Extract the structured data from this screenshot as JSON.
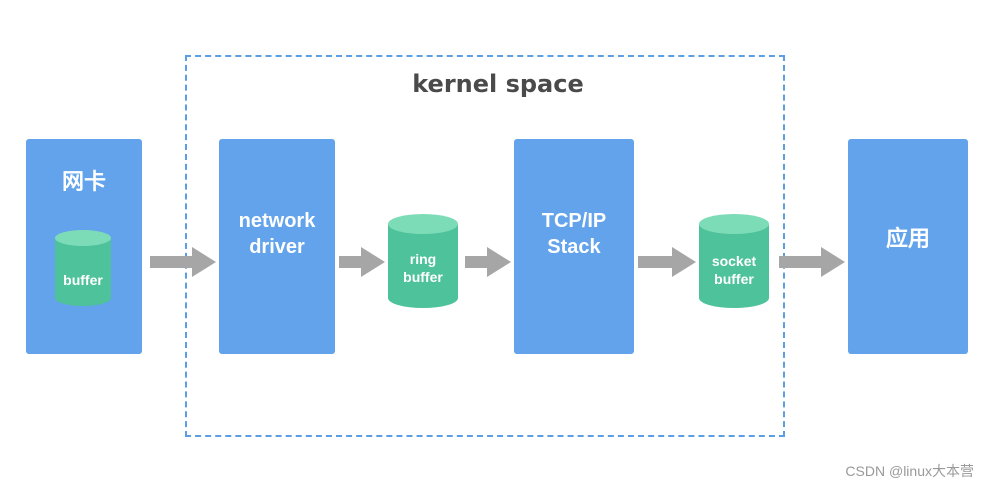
{
  "kernel_space": {
    "title": "kernel space"
  },
  "nic": {
    "label": "网卡",
    "buffer_label": "buffer"
  },
  "driver": {
    "label": "network\ndriver"
  },
  "ring_buffer": {
    "label": "ring\nbuffer"
  },
  "tcpip": {
    "label": "TCP/IP\nStack"
  },
  "socket_buffer": {
    "label": "socket\nbuffer"
  },
  "app": {
    "label": "应用"
  },
  "watermark": {
    "text": "CSDN @linux大本营"
  },
  "colors": {
    "block": "#62a3ec",
    "cylinder": "#4ec29a",
    "cylinder_top": "#7ddcb8",
    "arrow": "#a6a6a6",
    "dashed_border": "#5b9ee4"
  }
}
